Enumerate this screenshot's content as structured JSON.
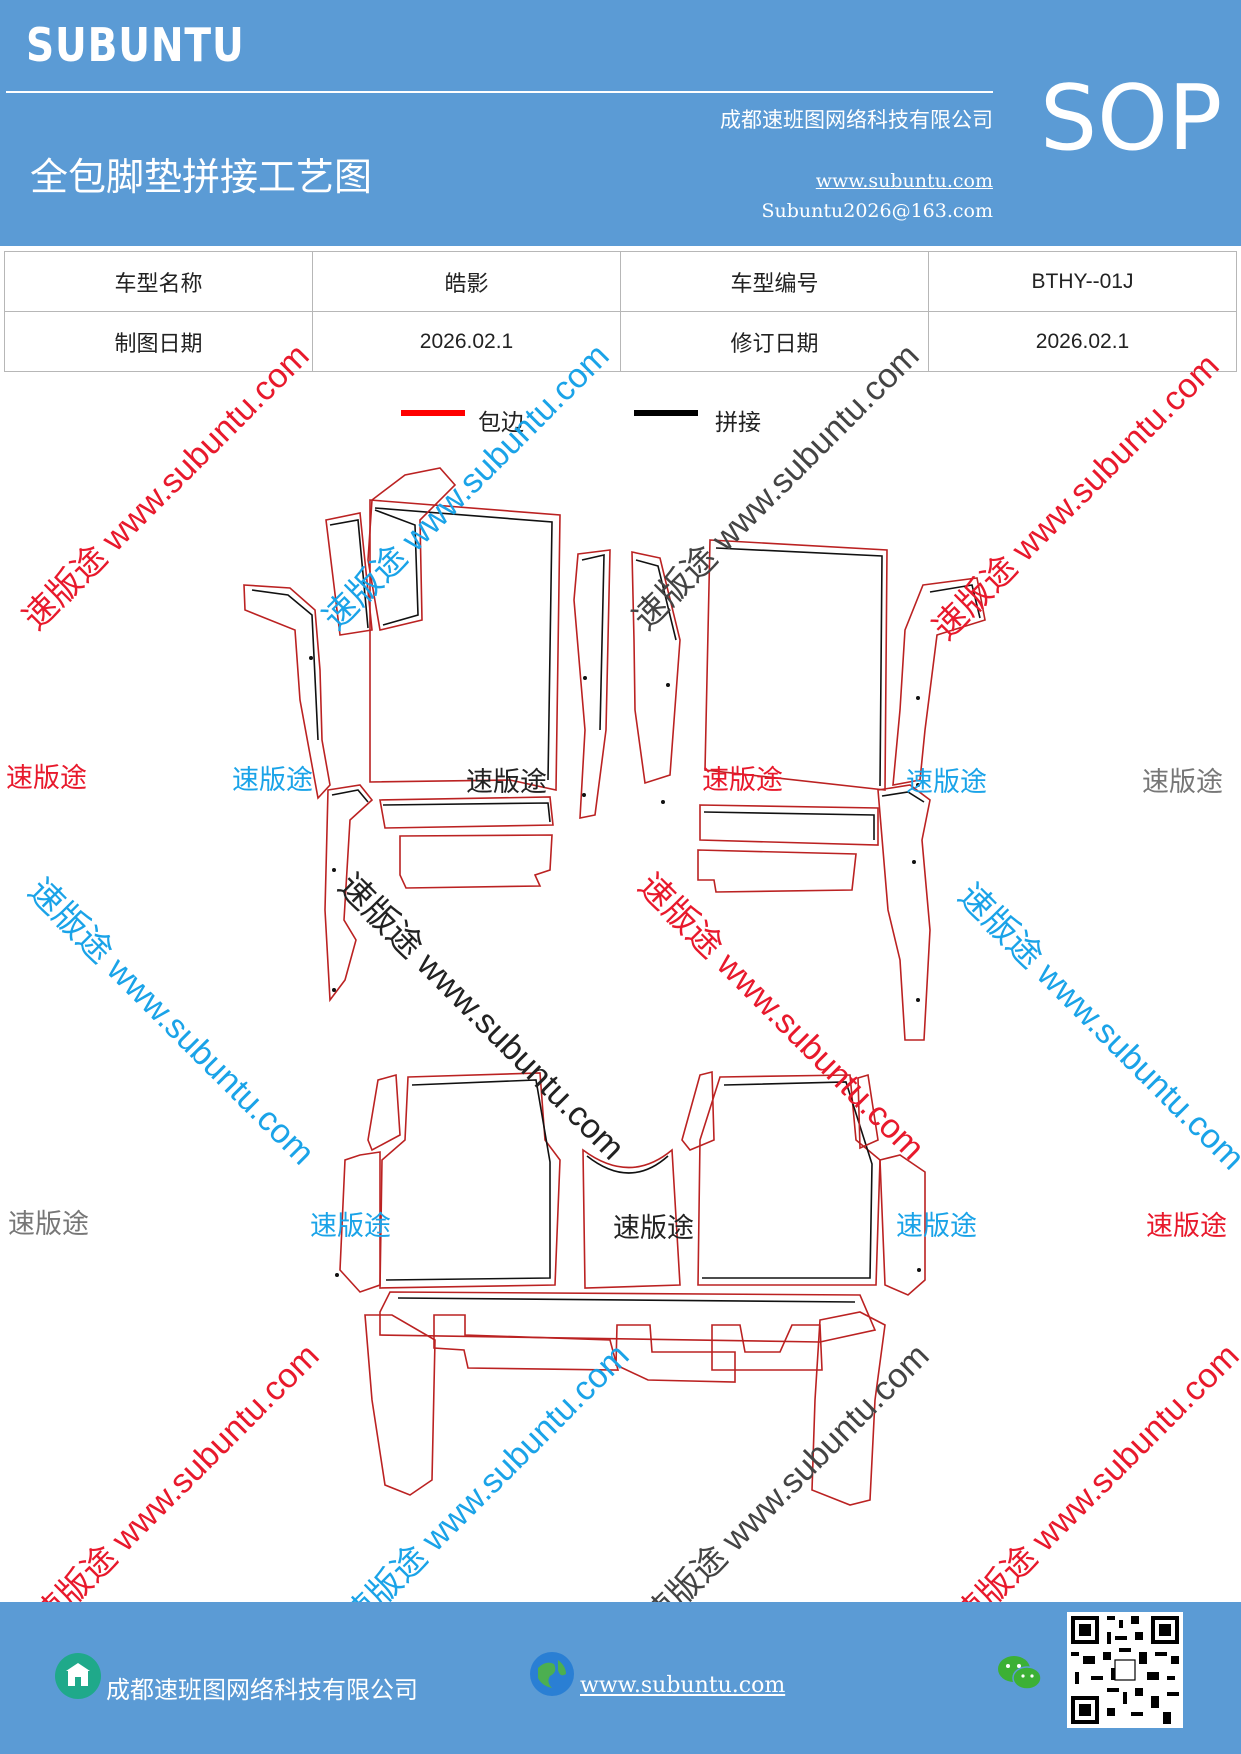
{
  "header": {
    "brand": "SUBUNTU",
    "sop": "SOP",
    "company": "成都速班图网络科技有限公司",
    "title": "全包脚垫拼接工艺图",
    "website": "www.subuntu.com",
    "email": "Subuntu2026@163.com"
  },
  "info_table": {
    "model_name_label": "车型名称",
    "model_name_value": "皓影",
    "model_code_label": "车型编号",
    "model_code_value": "BTHY--01J",
    "draw_date_label": "制图日期",
    "draw_date_value": "2026.02.1",
    "revise_date_label": "修订日期",
    "revise_date_value": "2026.02.1"
  },
  "legend": {
    "items": [
      {
        "label": "包边",
        "color": "#ff0000"
      },
      {
        "label": "拼接",
        "color": "#000000"
      }
    ]
  },
  "watermark": {
    "brand_text": "速版途",
    "url_text": "速版途 www.subuntu.com",
    "colors": {
      "red": "#e8192c",
      "blue": "#1aa3e8",
      "gray": "#777777",
      "black": "#222222"
    }
  },
  "footer": {
    "company": "成都速班图网络科技有限公司",
    "website": "www.subuntu.com",
    "icons": [
      "building-icon",
      "globe-icon",
      "wechat-icon",
      "qr-code"
    ]
  }
}
